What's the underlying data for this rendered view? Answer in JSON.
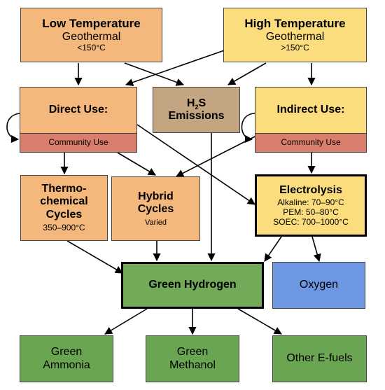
{
  "low_temp": {
    "title": "Low Temperature",
    "subtitle": "Geothermal",
    "range": "<150°C"
  },
  "high_temp": {
    "title": "High Temperature",
    "subtitle": "Geothermal",
    "range": ">150°C"
  },
  "h2s": {
    "h": "H",
    "sub": "2",
    "s": "S",
    "label": "Emissions"
  },
  "direct_use": {
    "title": "Direct Use:",
    "community": "Community Use"
  },
  "indirect_use": {
    "title": "Indirect Use:",
    "community": "Community Use"
  },
  "thermo": {
    "line1": "Thermo-",
    "line2": "chemical",
    "line3": "Cycles",
    "range": "350–900°C"
  },
  "hybrid": {
    "line1": "Hybrid",
    "line2": "Cycles",
    "range": "Varied"
  },
  "electrolysis": {
    "title": "Electrolysis",
    "alkaline": "Alkaline: 70–90°C",
    "pem": "PEM: 50–80°C",
    "soec": "SOEC: 700–1000°C"
  },
  "green_hydrogen": {
    "label": "Green Hydrogen"
  },
  "oxygen": {
    "label": "Oxygen"
  },
  "green_ammonia": {
    "line1": "Green",
    "line2": "Ammonia"
  },
  "green_methanol": {
    "line1": "Green",
    "line2": "Methanol"
  },
  "other_efuels": {
    "label": "Other E-fuels"
  },
  "colors": {
    "orange": "#f4b77c",
    "yellow": "#fbdd7d",
    "brown": "#c4a582",
    "salmon": "#d97d6c",
    "green": "#72aa59",
    "blue": "#6d97e0"
  }
}
